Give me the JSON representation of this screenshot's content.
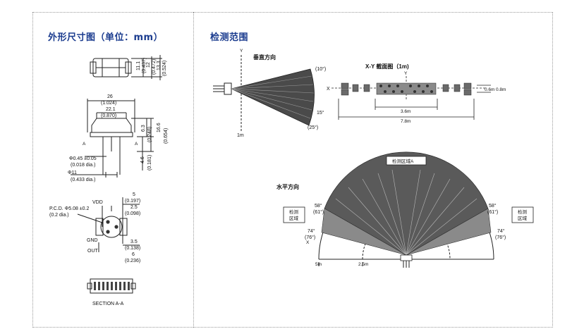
{
  "outline": {
    "title": "外形尺寸图（单位：mm）",
    "side_dims": [
      {
        "mm": "11.1",
        "in": "(0.437)"
      },
      {
        "mm": "12",
        "in": "(0.472)"
      },
      {
        "mm": "13.3",
        "in": "(0.524)"
      }
    ],
    "width_outer": {
      "mm": "26",
      "in": "(1.024)"
    },
    "width_inner": {
      "mm": "22.1",
      "in": "(0.870)"
    },
    "height_dims": [
      {
        "mm": "6.3",
        "in": "(0.248)"
      },
      {
        "mm": "16.6",
        "in": "(0.654)"
      },
      {
        "mm": "4.6",
        "in": "(0.181)"
      }
    ],
    "section_mark": "A",
    "pin_diameter": {
      "main": "Φ0.45 ±0.05",
      "sub": "(0.018 dia.)"
    },
    "base_diameter": {
      "main": "Φ11",
      "sub": "(0.433 dia.)"
    },
    "pin_dims": [
      {
        "mm": "5",
        "in": "(0.197)"
      },
      {
        "mm": "2.5",
        "in": "(0.098)"
      },
      {
        "mm": "3.5",
        "in": "(0.138)"
      },
      {
        "mm": "6",
        "in": "(0.236)"
      }
    ],
    "pcd": {
      "main": "P.C.D. Φ5.08 ±0.2",
      "sub": "(0.2 dia.)"
    },
    "pins": {
      "vdd": "VDD",
      "gnd": "GND",
      "out": "OUT"
    },
    "section_label": "SECTION A-A"
  },
  "detection": {
    "title": "检测范围",
    "vertical": {
      "title": "垂直方向",
      "axis_y": "Y",
      "angle_top": "(10°)",
      "angle_mid": "15°",
      "angle_bottom": "(25°)",
      "distance": "1m"
    },
    "xy_section": {
      "title": "X-Y 截面图（1m)",
      "axis_x": "X",
      "axis_y": "Y",
      "width_inner": "3.6m",
      "width_outer": "7.8m",
      "height_inner": "0.6m",
      "height_outer": "0.8m"
    },
    "horizontal": {
      "title": "水平方向",
      "zone_top": "检测区域A",
      "zone_side_left": "检测\n区域",
      "zone_side_right": "检测\n区域",
      "angle_left_upper": "58°",
      "angle_left_upper_paren": "(61°)",
      "angle_right_upper": "58°",
      "angle_right_upper_paren": "(61°)",
      "angle_left_lower": "74°",
      "angle_left_lower_paren": "(76°)",
      "angle_right_lower": "74°",
      "angle_right_lower_paren": "(76°)",
      "axis_x": "X",
      "distance_far": "5m",
      "distance_mid": "2.5m"
    }
  }
}
